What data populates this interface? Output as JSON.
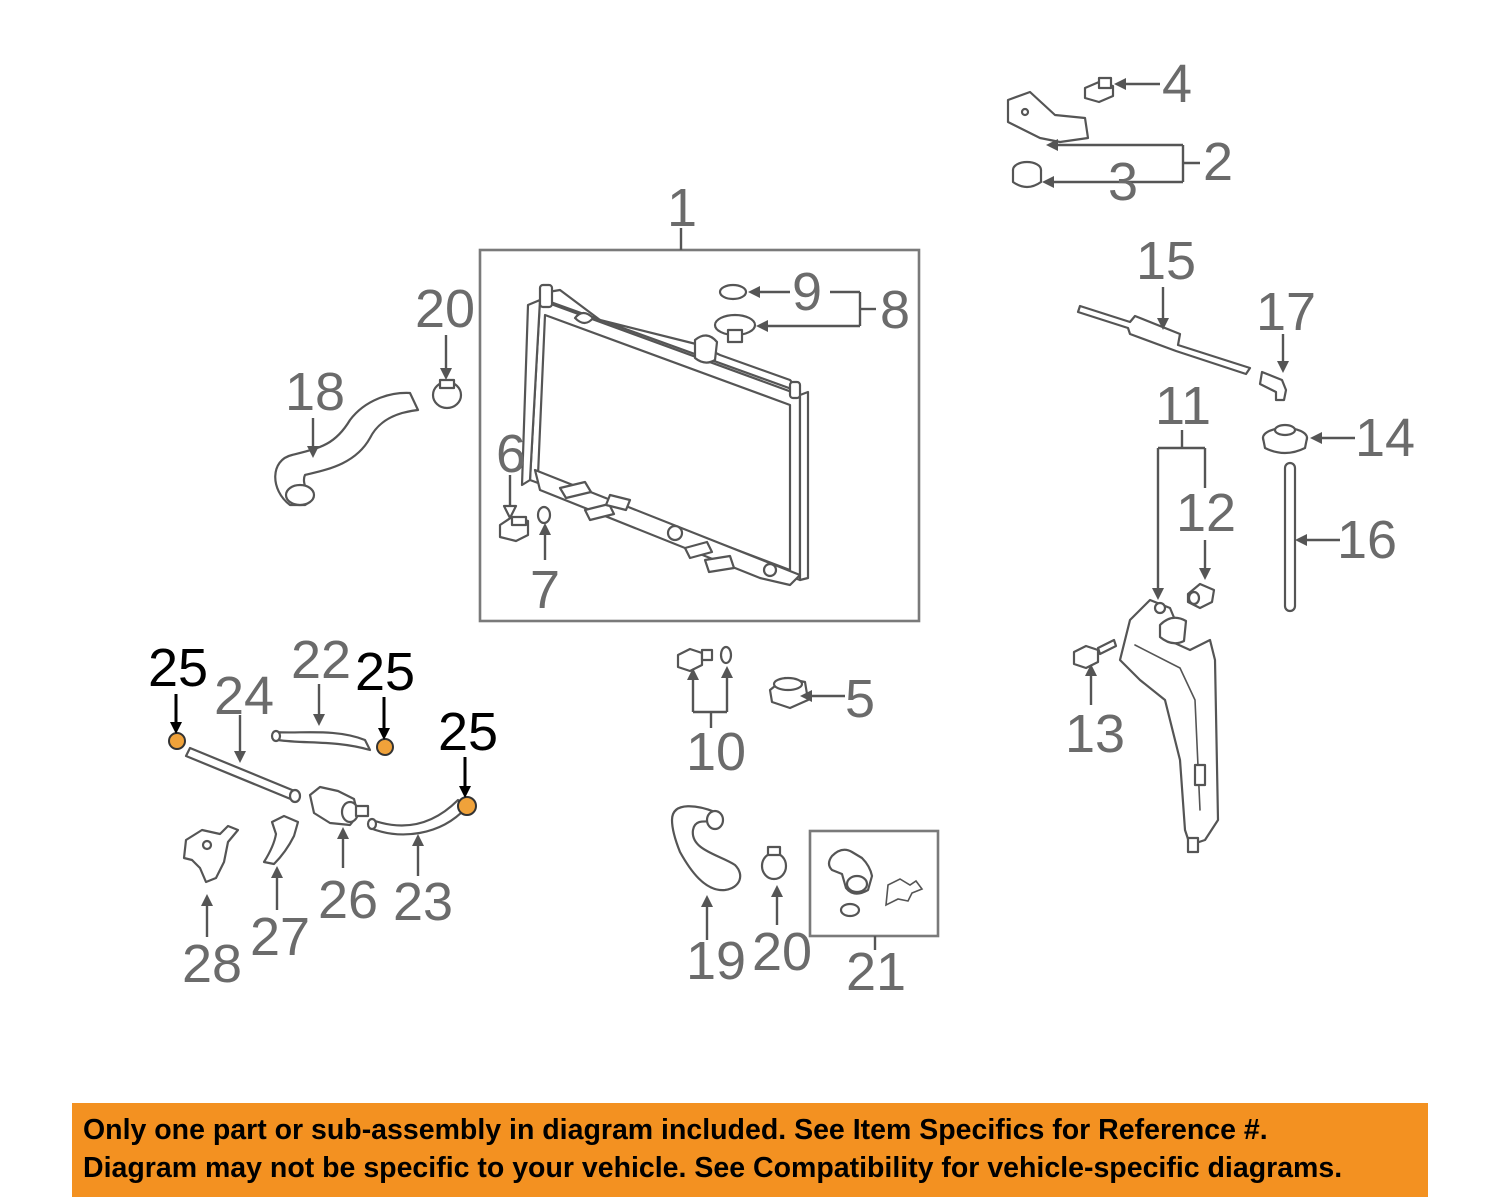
{
  "callouts": {
    "c1": "1",
    "c2": "2",
    "c3": "3",
    "c4": "4",
    "c5": "5",
    "c6": "6",
    "c7": "7",
    "c8": "8",
    "c9": "9",
    "c10": "10",
    "c11": "11",
    "c12": "12",
    "c13": "13",
    "c14": "14",
    "c15": "15",
    "c16": "16",
    "c17": "17",
    "c18": "18",
    "c19": "19",
    "c20a": "20",
    "c20b": "20",
    "c21": "21",
    "c22": "22",
    "c23": "23",
    "c24": "24",
    "c25a": "25",
    "c25b": "25",
    "c25c": "25",
    "c26": "26",
    "c27": "27",
    "c28": "28"
  },
  "highlight_color": "#f0a23a",
  "banner": {
    "line1": "Only one part or sub-assembly in diagram included. See Item Specifics for Reference #.",
    "line2": "Diagram may not be specific to your vehicle. See Compatibility for vehicle-specific diagrams.",
    "background": "#f39121"
  }
}
